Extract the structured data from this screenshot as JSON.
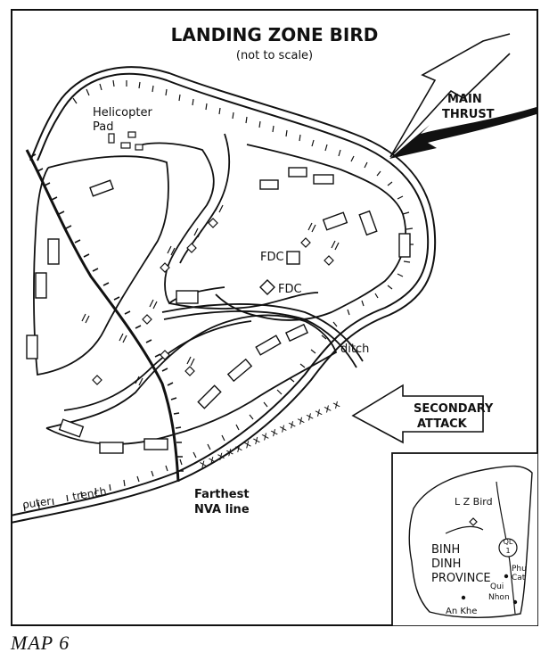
{
  "map": {
    "title": "LANDING ZONE BIRD",
    "subtitle": "(not to scale)",
    "labels": {
      "helipad_line1": "Helicopter",
      "helipad_line2": "Pad",
      "fdc_a": "FDC",
      "fdc_b": "FDC",
      "ditch": "ditch",
      "outer_trench_1": "outer",
      "outer_trench_2": "trench",
      "nva_line1": "Farthest",
      "nva_line2": "NVA line"
    },
    "arrows": {
      "main_line1": "MAIN",
      "main_line2": "THRUST",
      "secondary_line1": "SECONDARY",
      "secondary_line2": "ATTACK"
    },
    "inset": {
      "lz": "L Z Bird",
      "province_line1": "BINH",
      "province_line2": "DINH",
      "province_line3": "PROVINCE",
      "route_line1": "QL",
      "route_line2": "1",
      "phucat_line1": "Phu",
      "phucat_line2": "Cat",
      "quinhon_line1": "Qui",
      "quinhon_line2": "Nhon",
      "ankhe": "An Khe"
    },
    "caption": "MAP 6",
    "colors": {
      "ink": "#111111",
      "paper": "#ffffff"
    }
  }
}
